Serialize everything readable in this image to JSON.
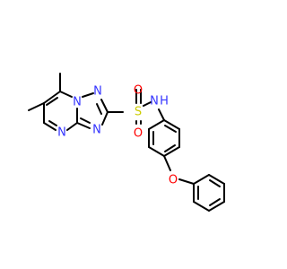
{
  "molecule": {
    "atoms": {
      "n1": {
        "label": "N",
        "color": "#3333ff"
      },
      "n2": {
        "label": "N",
        "color": "#3333ff"
      },
      "n3": {
        "label": "N",
        "color": "#3333ff"
      },
      "n4": {
        "label": "N",
        "color": "#3333ff"
      },
      "nh": {
        "label": "N",
        "color": "#3333ff"
      },
      "h": {
        "label": "H",
        "color": "#3333ff"
      },
      "s": {
        "label": "S",
        "color": "#cccc00"
      },
      "o1": {
        "label": "O",
        "color": "#ff0000"
      },
      "o2": {
        "label": "O",
        "color": "#ff0000"
      },
      "o3": {
        "label": "O",
        "color": "#ff0000"
      }
    }
  }
}
